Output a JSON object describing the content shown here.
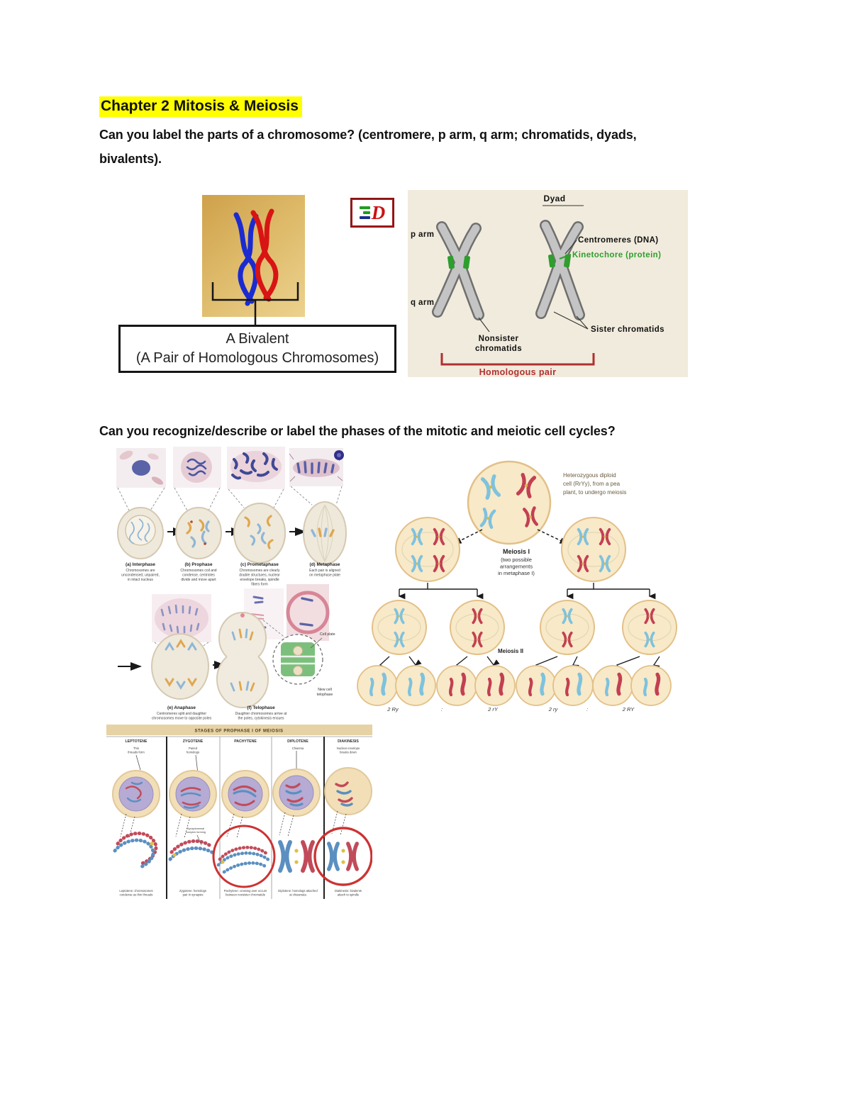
{
  "doc": {
    "title": "Chapter 2 Mitosis & Meiosis",
    "q1a": "Can you label the parts of a chromosome? (centromere, p arm, q arm; chromatids, dyads,",
    "q1b": "bivalents).",
    "q2": "Can you recognize/describe or label the phases of the mitotic and meiotic cell cycles?"
  },
  "bivalent": {
    "caption_line1": "A Bivalent",
    "caption_line2": "(A Pair of Homologous Chromosomes)",
    "logo_letter": "D"
  },
  "chromo": {
    "dyad": "Dyad",
    "p_arm": "p arm",
    "q_arm": "q arm",
    "centromeres": "Centromeres (DNA)",
    "kinetochore": "Kinetochore (protein)",
    "sister": "Sister chromatids",
    "nonsister1": "Nonsister",
    "nonsister2": "chromatids",
    "homologous": "Homologous pair",
    "kinetochore_color": "#2e9e2e",
    "homologous_color": "#b03030"
  },
  "mitosis": {
    "stages": [
      {
        "label": "(a) Interphase",
        "caps": [
          "Chromosomes are",
          "uncondensed, unpaired,",
          "in intact nucleus",
          ""
        ]
      },
      {
        "label": "(b) Prophase",
        "caps": [
          "Chromosomes coil and",
          "condense, centrioles",
          "divide and move apart",
          ""
        ]
      },
      {
        "label": "(c) Prometaphase",
        "caps": [
          "Chromosomes are clearly",
          "double structures, nuclear",
          "envelope breaks, spindle",
          "fibers form"
        ]
      },
      {
        "label": "(d) Metaphase",
        "caps": [
          "Each pair is aligned",
          "on metaphase plate",
          "",
          ""
        ]
      },
      {
        "label": "(e) Anaphase",
        "caps": [
          "Centromeres split and daughter",
          "chromosomes move to opposite poles"
        ]
      },
      {
        "label": "(f) Telophase",
        "caps": [
          "Daughter chromosomes arrive at",
          "the poles, cytokinesis ensues"
        ]
      }
    ],
    "cell_plate": "Cell plate",
    "new_cell1": "New cell",
    "new_cell2": "telophase"
  },
  "meiosis": {
    "note": [
      "Heterozygous diploid",
      "cell (RrYy), from a pea",
      "plant, to undergo meiosis"
    ],
    "m1": "Meiosis I",
    "m1notes": [
      "(two possible",
      "arrangements",
      "in metaphase I)"
    ],
    "m2": "Meiosis II",
    "ratios": [
      "2 Ry",
      ":",
      "2 rY",
      "2 ry",
      ":",
      "2 RY"
    ]
  },
  "prophase": {
    "title": "STAGES OF PROPHASE I OF MEIOSIS",
    "cols": [
      {
        "header": "LEPTOTENE",
        "note": [
          "Thin",
          "threads form"
        ],
        "caps": [
          "Leptotene: chromosomes",
          "condense as thin threads"
        ]
      },
      {
        "header": "ZYGOTENE",
        "note": [
          "Paired",
          "homologs"
        ],
        "caps": [
          "Zygotene: homologs",
          "pair in synapsis"
        ]
      },
      {
        "header": "PACHYTENE",
        "note": [
          "",
          ""
        ],
        "caps": [
          "Pachytene: crossing over occurs",
          "between nonsister chromatids"
        ]
      },
      {
        "header": "DIPLOTENE",
        "note": [
          "Chiasma",
          ""
        ],
        "caps": [
          "Diplotene: homologs attached",
          "at chiasmata"
        ]
      },
      {
        "header": "DIAKINESIS",
        "note": [
          "Nuclear envelope",
          "breaks down"
        ],
        "caps": [
          "Diakinesis: bivalents",
          "attach to spindle"
        ]
      }
    ],
    "sublabel": [
      "Synaptonemal",
      "complex forming"
    ]
  }
}
